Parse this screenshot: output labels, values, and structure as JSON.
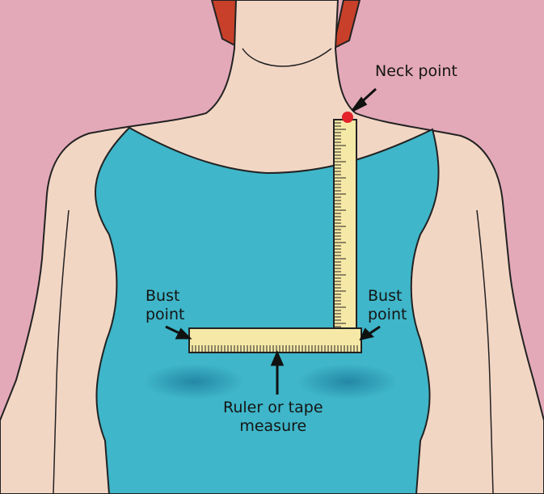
{
  "labels": {
    "neck_point": "Neck point",
    "bust_point_left": [
      "Bust",
      "point"
    ],
    "bust_point_right": [
      "Bust",
      "point"
    ],
    "ruler": [
      "Ruler or tape",
      "measure"
    ]
  },
  "colors": {
    "background": "#e3a9b8",
    "skin": "#f2d6c4",
    "top": "#3fb6c9",
    "shadow": "#1f7f9e",
    "hair": "#c8402a",
    "ruler": "#f6e8a6",
    "outline": "#222222",
    "neck_dot": "#e4222b"
  },
  "icons": [
    "neck-point-arrow-icon",
    "bust-point-arrow-icon",
    "ruler-arrow-icon"
  ]
}
